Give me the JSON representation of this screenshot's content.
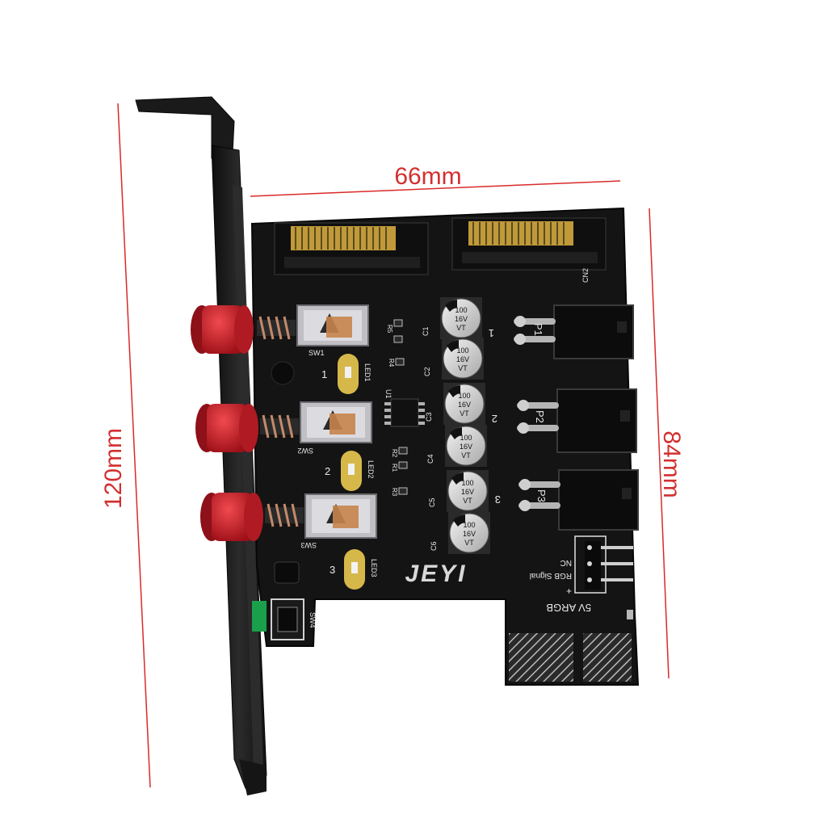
{
  "dimensions": {
    "width": "66mm",
    "height_total": "120mm",
    "height_board": "84mm"
  },
  "board": {
    "brand": "JEYI",
    "switches": [
      "SW1",
      "SW2",
      "SW3",
      "SW4"
    ],
    "leds": [
      "LED1",
      "LED2",
      "LED3"
    ],
    "channel_numbers": [
      "1",
      "2",
      "3"
    ],
    "fan_ports": [
      "P1",
      "P2",
      "P3"
    ],
    "capacitors": [
      "C1",
      "C2",
      "C3",
      "C4",
      "C5",
      "C6"
    ],
    "capacitor_marking": [
      "100",
      "16V",
      "VT"
    ],
    "resistors": [
      "R5",
      "R4",
      "R2",
      "R1",
      "R3"
    ],
    "ic": "U1",
    "connector": "CN2",
    "argb_header": {
      "title": "5V ARGB",
      "pins": [
        "NC",
        "RGB Signal",
        "+"
      ]
    }
  },
  "colors": {
    "dimension_line": "#d92a2a",
    "dimension_text": "#d23030",
    "pcb": "#141414",
    "bracket": "#1b1b1b",
    "button_red": "#c81e28",
    "button_green": "#1aa04a",
    "led_yellow": "#d6b84a",
    "silkscreen": "#e8e8e8"
  }
}
